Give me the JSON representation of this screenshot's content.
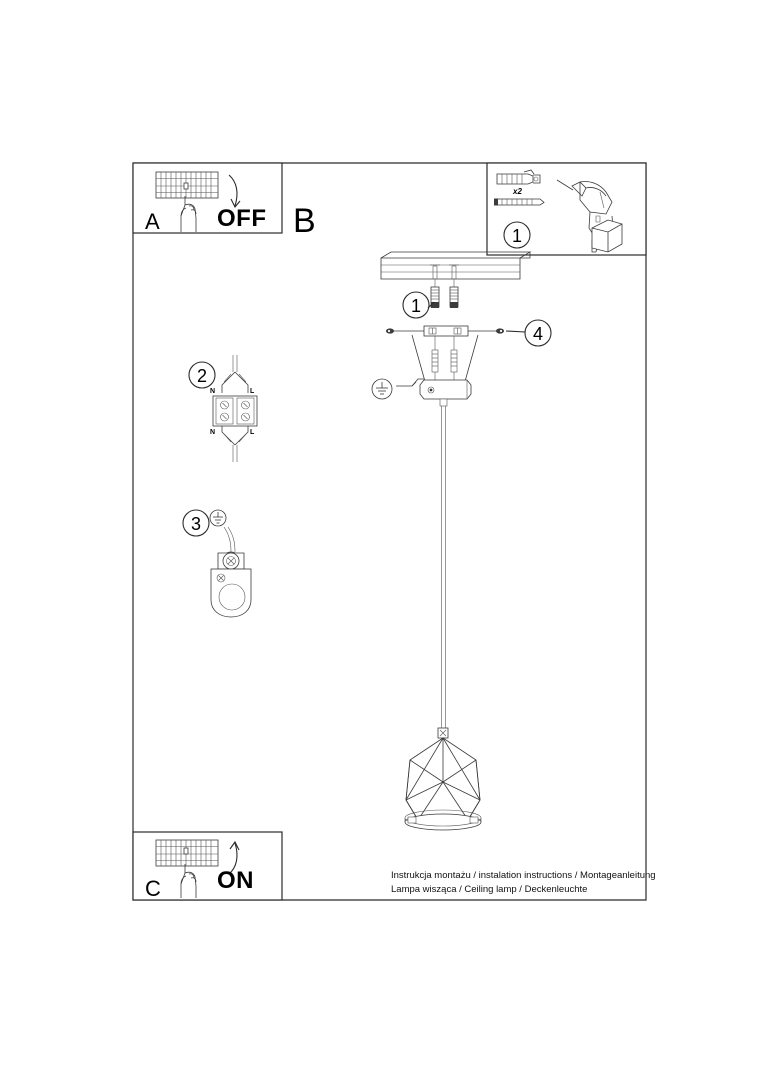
{
  "document": {
    "type": "assembly-instruction-sheet",
    "product": "pendant ceiling lamp",
    "background_color": "#ffffff",
    "line_color": "#222222"
  },
  "panels": {
    "a": {
      "letter": "A",
      "action_label": "OFF",
      "icon": "fuse-box-switch-hand",
      "arrow": "curved-arrow-down"
    },
    "b": {
      "letter": "B"
    },
    "c": {
      "letter": "C",
      "action_label": "ON",
      "icon": "fuse-box-switch-hand",
      "arrow": "curved-arrow-up"
    },
    "parts": {
      "callout": "1",
      "quantity_label": "x2",
      "items": [
        "wall-plug",
        "screw",
        "power-drill"
      ]
    }
  },
  "callouts": [
    {
      "id": "c1",
      "number": "1",
      "target": "mounting-screws"
    },
    {
      "id": "c2",
      "number": "2",
      "target": "terminal-block-connector"
    },
    {
      "id": "c3",
      "number": "3",
      "target": "earth-terminal-clamp"
    },
    {
      "id": "c4",
      "number": "4",
      "target": "canopy-cable-clip"
    }
  ],
  "terminal_block": {
    "top_left": "N",
    "top_right": "L",
    "bottom_left": "N",
    "bottom_right": "L"
  },
  "symbols": {
    "earth_ground_step3": "earth-ground-symbol",
    "earth_ground_canopy": "earth-ground-symbol"
  },
  "footer": {
    "line1": "Instrukcja montażu / instalation instructions / Montageanleitung",
    "line2": "Lampa wisząca / Ceiling lamp / Deckenleuchte"
  }
}
